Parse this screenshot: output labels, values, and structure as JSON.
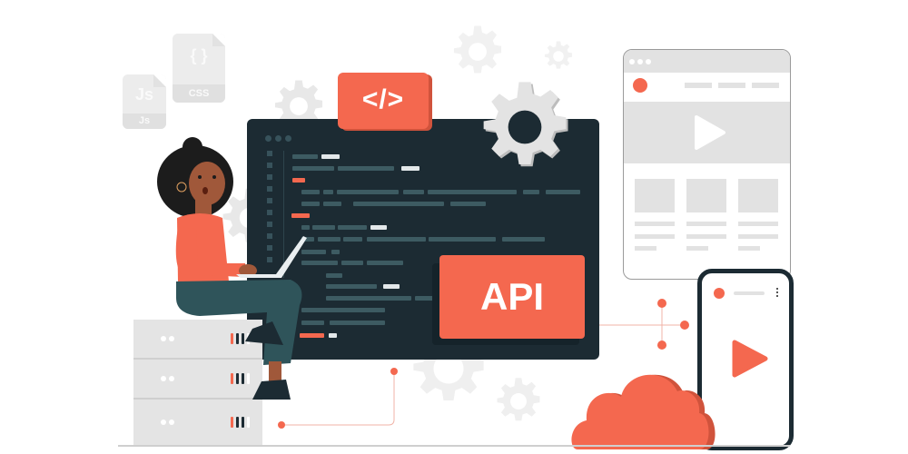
{
  "illustration": {
    "title": "API development illustration",
    "colors": {
      "accent": "#f4684f",
      "accent_dark": "#d0533c",
      "editor_bg": "#1c2b33",
      "code_dim": "#3d5b62",
      "code_light": "#e3e8ea",
      "neutral_gray": "#e2e2e2",
      "background": "#ffffff"
    },
    "file_icons": [
      {
        "name": "css-file",
        "glyph": "{ }",
        "label": "CSS"
      },
      {
        "name": "js-file",
        "glyph": "Js",
        "label": "Js"
      }
    ],
    "code_tag": {
      "label": "</>"
    },
    "api_badge": {
      "label": "API"
    },
    "icons": [
      "gear-icon",
      "play-icon",
      "cloud-icon",
      "server-icon",
      "laptop-icon",
      "network-node-icon"
    ]
  }
}
